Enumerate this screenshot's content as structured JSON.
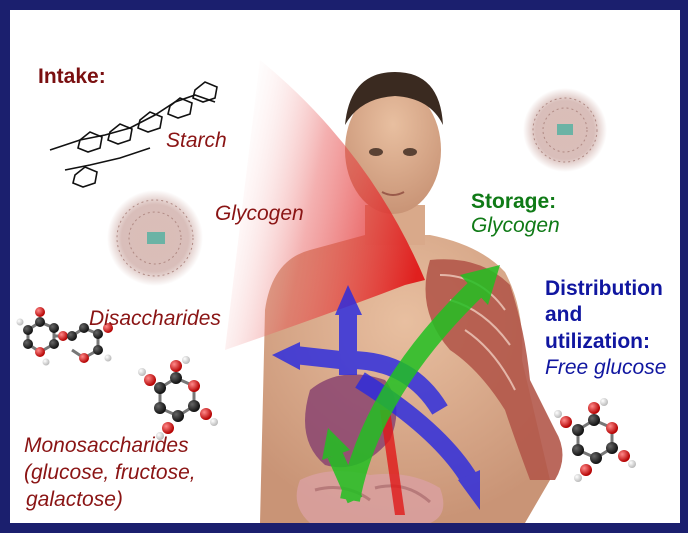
{
  "intake": {
    "heading": "Intake:",
    "starch": "Starch",
    "glycogen": "Glycogen",
    "disaccharides": "Disaccharides",
    "monosaccharides_line1": "Monosaccharides",
    "monosaccharides_line2": "(glucose, fructose,",
    "monosaccharides_line3": "galactose)"
  },
  "storage": {
    "heading": "Storage:",
    "item": "Glycogen"
  },
  "distribution": {
    "line1": "Distribution",
    "line2": "and",
    "line3": "utilization:",
    "item": "Free glucose"
  },
  "colors": {
    "frame": "#1b1f6e",
    "intake_text": "#8a1414",
    "storage_text": "#0f7a16",
    "distribution_text": "#1016a0",
    "digestion_arrow": "#e01818",
    "storage_arrow": "#22c022",
    "distribution_arrow": "#2a2ae0"
  }
}
